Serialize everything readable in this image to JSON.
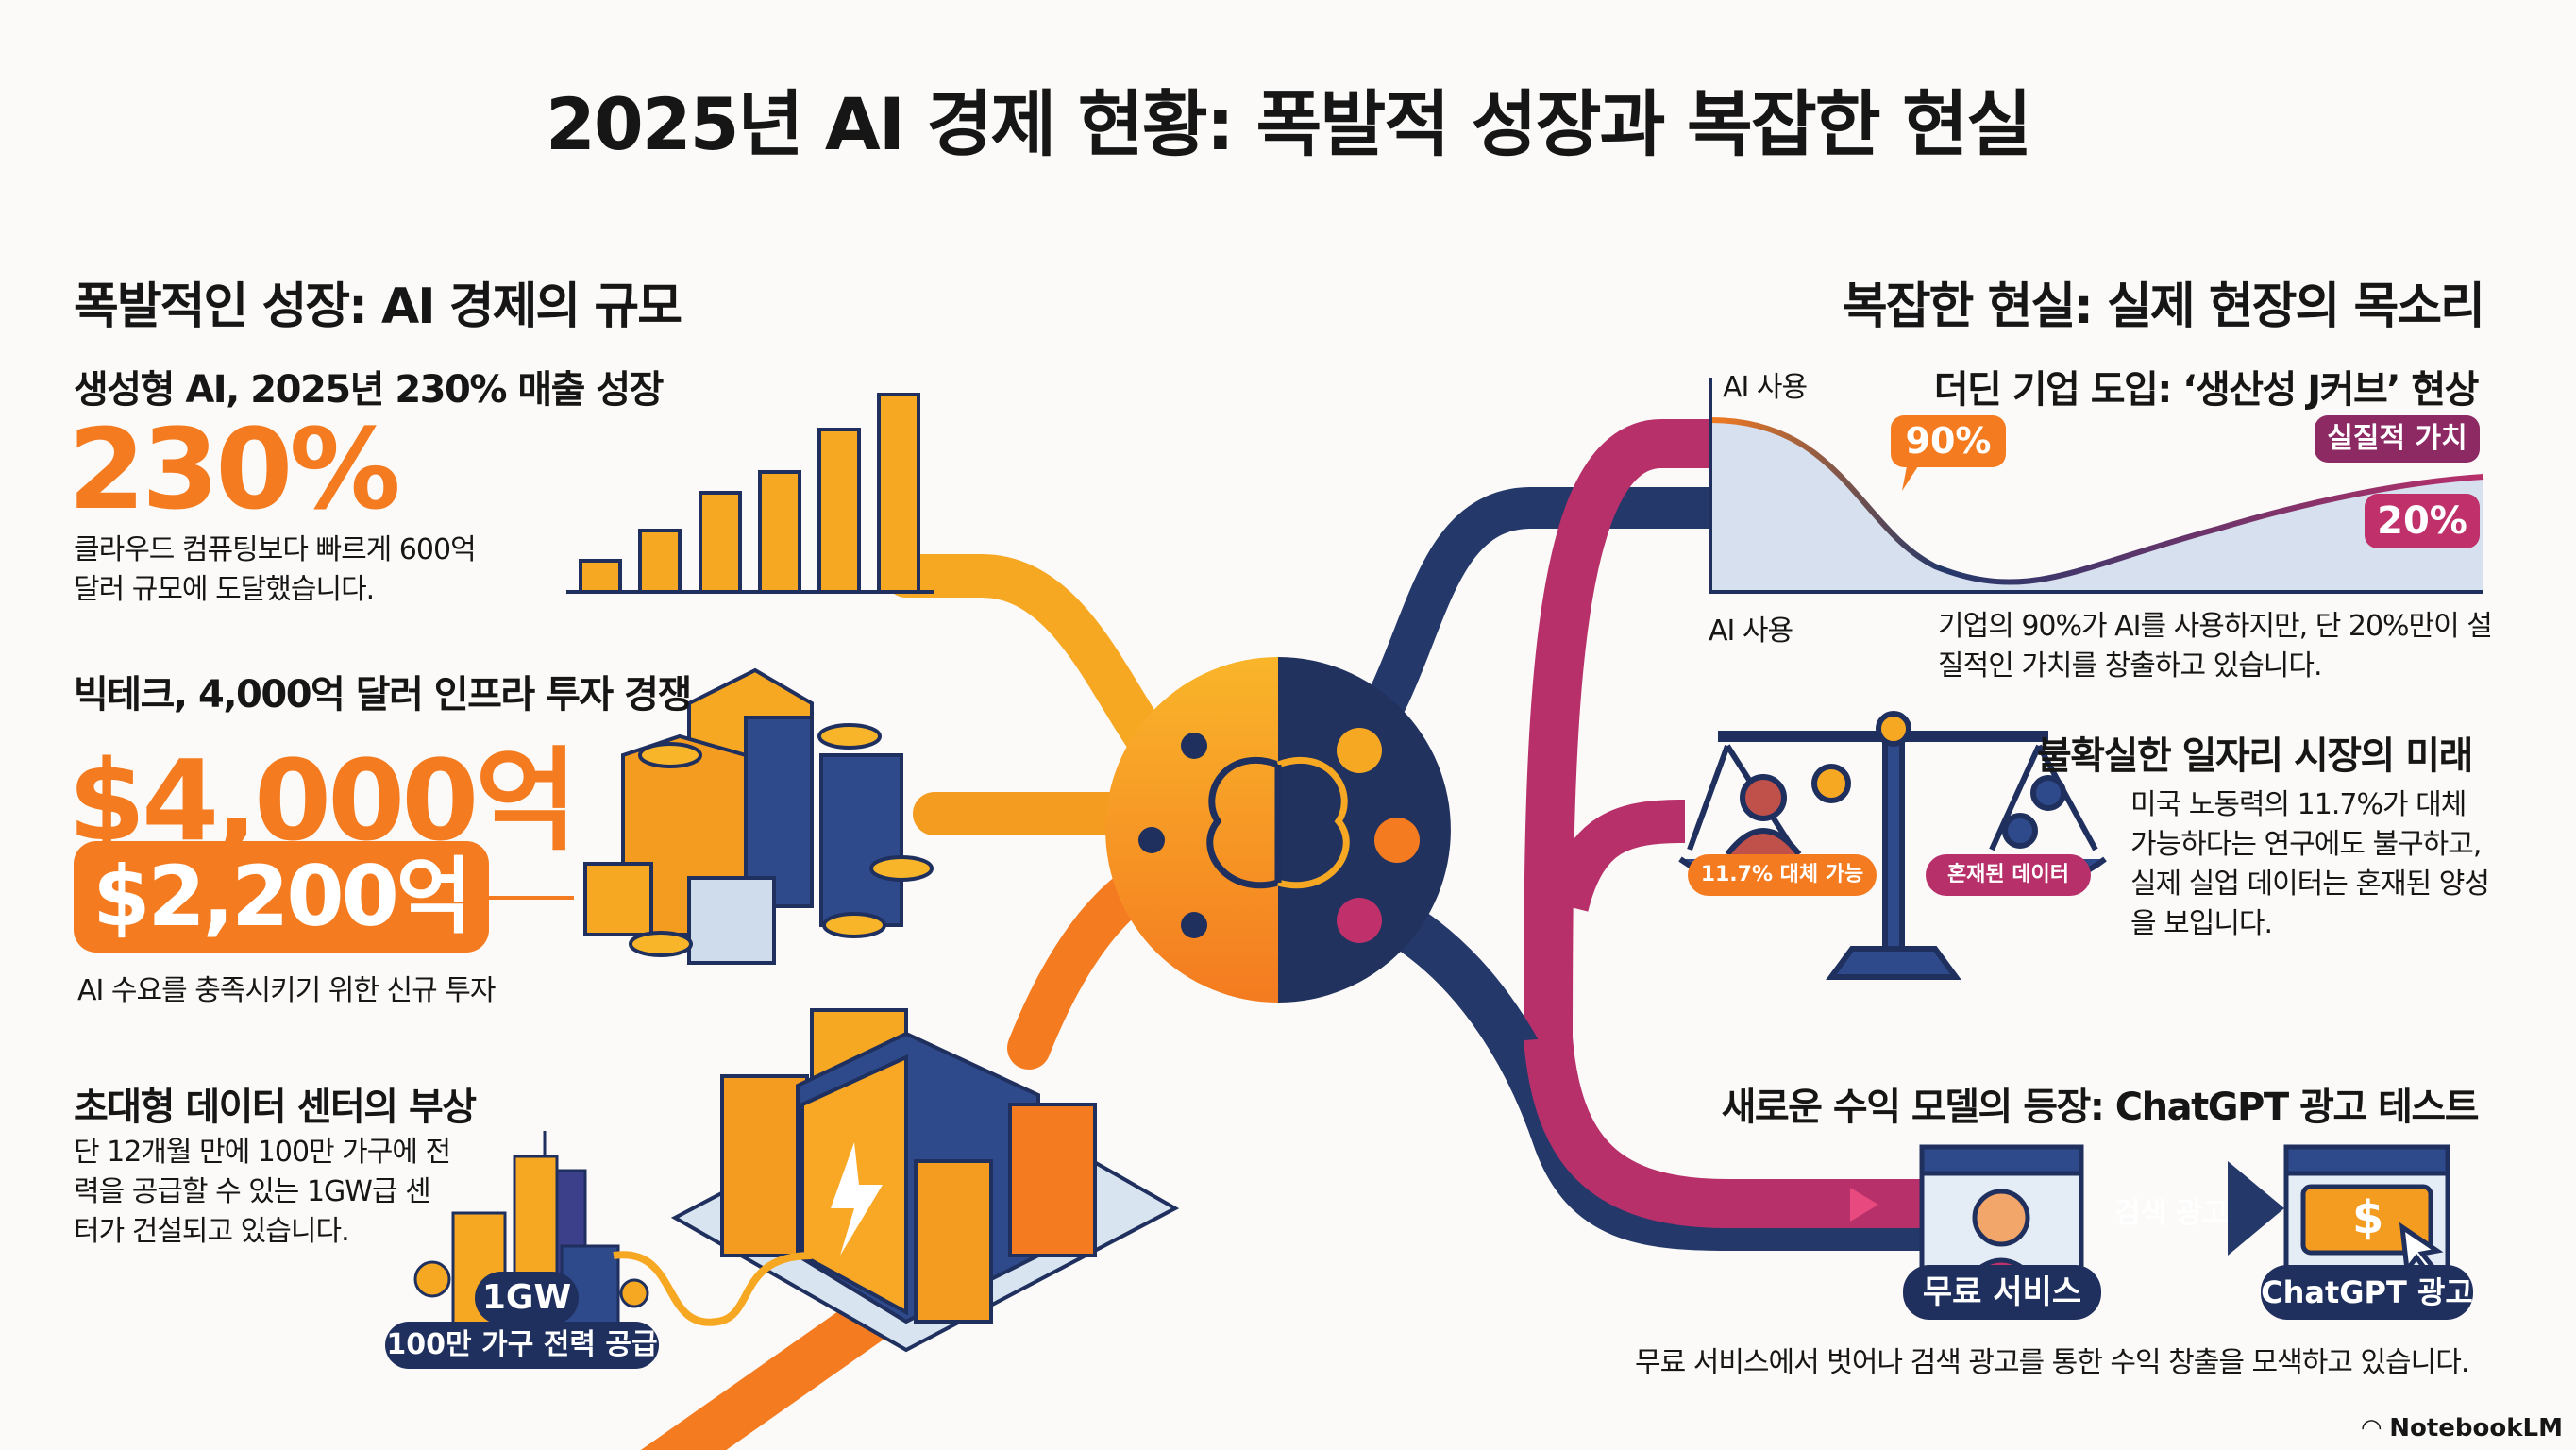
{
  "title": "2025년 AI 경제 현황: 폭발적 성장과 복잡한 현실",
  "left": {
    "header": "폭발적인 성장: AI 경제의 규모",
    "growth": {
      "heading": "생성형 AI, 2025년 230% 매출 성장",
      "value": "230%",
      "description": "클라우드 컴퓨팅보다 빠르게 600억 달러 규모에 도달했습니다."
    },
    "bigtech": {
      "heading": "빅테크, 4,000억 달러 인프라 투자 경쟁",
      "value": "$4,000억",
      "sub_value": "$2,200억",
      "description": "AI 수요를 충족시키기 위한 신규 투자"
    },
    "datacenter": {
      "heading": "초대형 데이터 센터의 부상",
      "description": "단 12개월 만에 100만 가구에 전력을 공급할 수 있는 1GW급 센터가 건설되고 있습니다.",
      "badge_value": "1GW",
      "badge_label": "100만 가구 전력 공급"
    }
  },
  "right": {
    "header": "복잡한 현실: 실제 현장의 목소리",
    "adoption": {
      "heading": "더딘 기업 도입: ‘생산성 J커브’ 현상",
      "axis_label_top": "AI 사용",
      "axis_label_bottom": "AI 사용",
      "usage_value": "90%",
      "value_label": "실질적 가치",
      "value_value": "20%",
      "description": "기업의 90%가 AI를 사용하지만, 단 20%만이 설질적인 가치를 창출하고 있습니다."
    },
    "jobs": {
      "heading": "불확실한 일자리 시장의 미래",
      "left_label": "11.7% 대체 가능",
      "right_label": "혼재된 데이터",
      "description": "미국 노동력의 11.7%가 대체 가능하다는 연구에도 불구하고, 실제 실업 데이터는 혼재된 양성을 보입니다."
    },
    "ads": {
      "heading": "새로운 수익 모델의 등장: ChatGPT 광고 테스트",
      "free_label": "무료 서비스",
      "arrow_label": "검색 광고",
      "ad_label": "ChatGPT 광고",
      "ad_symbol": "$",
      "description": "무료 서비스에서 벗어나 검색 광고를 통한 수익 창출을 모색하고 있습니다."
    }
  },
  "footer": {
    "brand": "NotebookLM"
  },
  "colors": {
    "orange": "#f47b20",
    "amber": "#f7a823",
    "navy": "#24386a",
    "magenta": "#b8306a",
    "plum": "#8e2a63"
  }
}
